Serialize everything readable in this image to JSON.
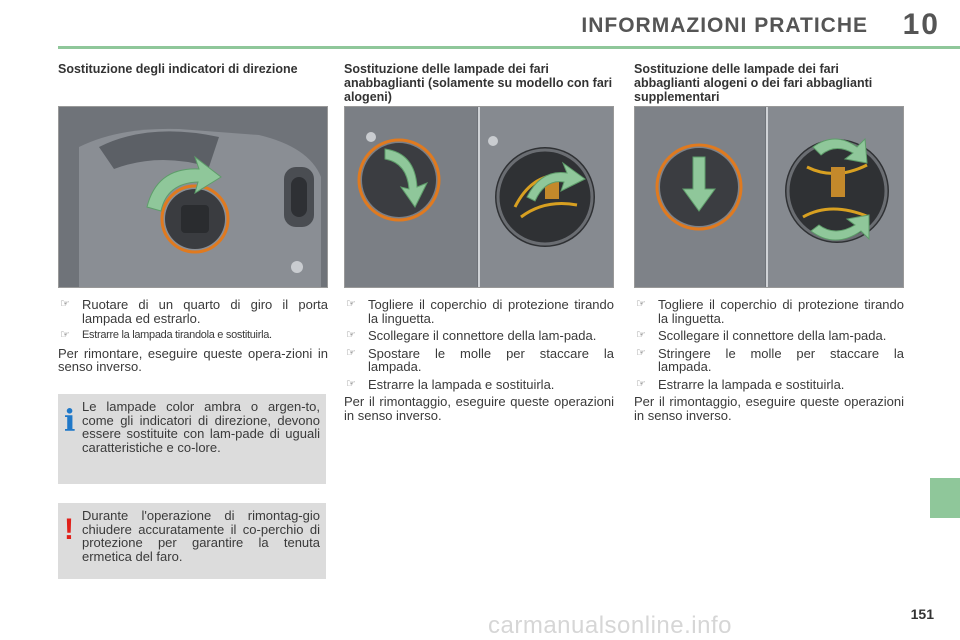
{
  "header": {
    "section_title": "INFORMAZIONI PRATICHE",
    "chapter_number": "10"
  },
  "columns": [
    {
      "heading": "Sostituzione degli indicatori di direzione",
      "bullets": [
        "Ruotare di un quarto di giro il porta lampada ed estrarlo.",
        "Estrarre la lampada tirandola e sostituirla."
      ],
      "paragraph": "Per rimontare, eseguire queste opera-zioni in senso inverso."
    },
    {
      "heading": "Sostituzione delle lampade dei fari anabbaglianti (solamente su modello con fari alogeni)",
      "bullets": [
        "Togliere il coperchio di protezione tirando la linguetta.",
        "Scollegare il connettore della lam-pada.",
        "Spostare le molle per staccare la lampada.",
        "Estrarre la lampada e sostituirla."
      ],
      "paragraph": "Per il rimontaggio, eseguire queste operazioni in senso inverso."
    },
    {
      "heading": "Sostituzione delle lampade dei fari abbaglianti alogeni o dei fari abbaglianti supplementari",
      "bullets": [
        "Togliere il coperchio di protezione tirando la linguetta.",
        "Scollegare il connettore della lam-pada.",
        "Stringere le molle per staccare la lampada.",
        "Estrarre la lampada e sostituirla."
      ],
      "paragraph": "Per il rimontaggio, eseguire queste operazioni in senso inverso."
    }
  ],
  "notes": {
    "info": {
      "icon": "info-icon",
      "symbol": "i",
      "text": "Le lampade color ambra o argen-to, come gli indicatori di direzione, devono essere sostituite con lam-pade di uguali caratteristiche e co-lore."
    },
    "warning": {
      "icon": "warning-icon",
      "symbol": "!",
      "text": "Durante l'operazione di rimontag-gio chiudere accuratamente il co-perchio di protezione per garantire la tenuta ermetica del faro."
    }
  },
  "bullet_symbol": "☞",
  "page_number": "151",
  "watermark": "carmanualsonline.info",
  "colors": {
    "accent_green": "#8fc79a",
    "orange_ring": "#e07a1f",
    "arrow_green": "#8fc79a",
    "info_blue": "#1f78c8",
    "warning_red": "#e0201a",
    "note_bg": "#dcdcdc"
  }
}
